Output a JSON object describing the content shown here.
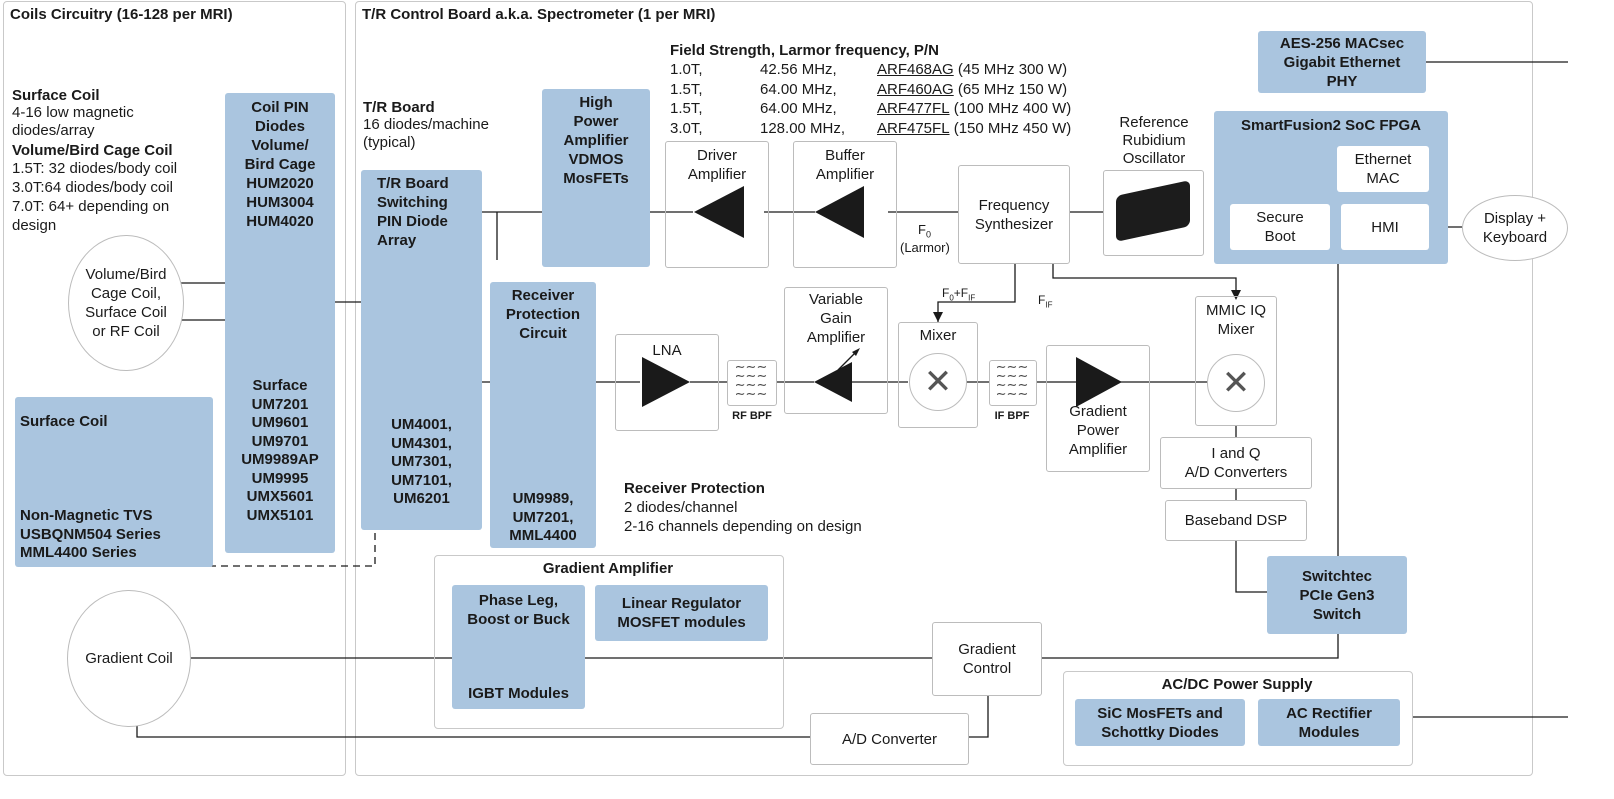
{
  "panels": {
    "coils_title": "Coils Circuitry (16-128 per MRI)",
    "tr_title": "T/R Control Board a.k.a. Spectrometer (1 per MRI)"
  },
  "coils": {
    "surface_coil_heading": "Surface Coil",
    "surface_coil_desc1": "4-16 low magnetic",
    "surface_coil_desc2": "diodes/array",
    "volume_heading": "Volume/Bird Cage Coil",
    "vol_line1": "1.5T: 32 diodes/body coil",
    "vol_line2": "3.0T:64 diodes/body coil",
    "vol_line3": "7.0T: 64+ depending on",
    "vol_line4": "design",
    "rf_coil_circle": [
      "Volume/Bird",
      "Cage Coil,",
      "Surface Coil",
      "or RF Coil"
    ],
    "pin_diodes_title": [
      "Coil PIN",
      "Diodes",
      "Volume/",
      "Bird Cage"
    ],
    "pin_diodes_parts": [
      "HUM2020",
      "HUM3004",
      "HUM4020"
    ],
    "surface_parts_title": "Surface",
    "surface_parts": [
      "UM7201",
      "UM9601",
      "UM9701",
      "UM9989AP",
      "UM9995",
      "UMX5601",
      "UMX5101"
    ],
    "surface_coil_box_title": "Surface Coil",
    "tvs_lines": [
      "Non-Magnetic TVS",
      "USBQNM504 Series",
      "MML4400 Series"
    ],
    "gradient_coil": "Gradient Coil"
  },
  "tr_board": {
    "title": "T/R Board",
    "line1": "16 diodes/machine",
    "line2": "(typical)",
    "switch_title": [
      "T/R Board",
      "Switching",
      "PIN Diode",
      "Array"
    ],
    "switch_parts": [
      "UM4001,",
      "UM4301,",
      "UM7301,",
      "UM7101,",
      "UM6201"
    ]
  },
  "receiver_protection": {
    "title": [
      "Receiver",
      "Protection",
      "Circuit"
    ],
    "parts": [
      "UM9989,",
      "UM7201,",
      "MML4400"
    ],
    "note_heading": "Receiver Protection",
    "note_line1": "2 diodes/channel",
    "note_line2": "2-16 channels depending on design"
  },
  "hpa": {
    "title": [
      "High",
      "Power",
      "Amplifier",
      "VDMOS",
      "MosFETs"
    ]
  },
  "field_table": {
    "heading": "Field Strength, Larmor frequency, P/N",
    "rows": [
      {
        "field": "1.0T,",
        "freq": "42.56 MHz,",
        "pn": "ARF468AG",
        "spec": " (45 MHz 300 W)"
      },
      {
        "field": "1.5T,",
        "freq": "64.00 MHz,",
        "pn": "ARF460AG",
        "spec": " (65 MHz 150 W)"
      },
      {
        "field": "1.5T,",
        "freq": "64.00 MHz,",
        "pn": "ARF477FL",
        "spec": " (100 MHz 400 W)"
      },
      {
        "field": "3.0T,",
        "freq": "128.00 MHz,",
        "pn": "ARF475FL",
        "spec": " (150 MHz 450 W)"
      }
    ]
  },
  "blocks": {
    "driver_amp": [
      "Driver",
      "Amplifier"
    ],
    "buffer_amp": [
      "Buffer",
      "Amplifier"
    ],
    "freq_synth": [
      "Frequency",
      "Synthesizer"
    ],
    "ref_osc": [
      "Reference",
      "Rubidium",
      "Oscillator"
    ],
    "f0_label": "F",
    "f0_sub": "0",
    "larmor_label": "(Larmor)",
    "f0fif_label_a": "F",
    "f0fif_sub_a": "0",
    "f0fif_plus": "+F",
    "f0fif_sub_b": "IF",
    "fif_label": "F",
    "fif_sub": "IF",
    "lna": "LNA",
    "rf_bpf": "RF BPF",
    "vga": [
      "Variable",
      "Gain",
      "Amplifier"
    ],
    "mixer": "Mixer",
    "if_bpf": "IF BPF",
    "gpa": [
      "Gradient",
      "Power",
      "Amplifier"
    ],
    "mmic": [
      "MMIC IQ",
      "Mixer"
    ],
    "iq_adc": [
      "I and Q",
      "A/D Converters"
    ],
    "baseband": "Baseband DSP",
    "switchtec": [
      "Switchtec",
      "PCIe Gen3",
      "Switch"
    ],
    "gradient_control": [
      "Gradient",
      "Control"
    ],
    "ad_converter": "A/D Converter"
  },
  "fpga": {
    "aes": [
      "AES-256 MACsec",
      "Gigabit Ethernet",
      "PHY"
    ],
    "title": "SmartFusion2 SoC FPGA",
    "eth_mac": [
      "Ethernet",
      "MAC"
    ],
    "secure_boot": [
      "Secure",
      "Boot"
    ],
    "hmi": "HMI",
    "display": [
      "Display +",
      "Keyboard"
    ]
  },
  "gradient_amp": {
    "title": "Gradient Amplifier",
    "phase_leg": [
      "Phase Leg,",
      "Boost or Buck"
    ],
    "igbt": "IGBT Modules",
    "linear_reg": [
      "Linear Regulator",
      "MOSFET modules"
    ]
  },
  "power_supply": {
    "title": "AC/DC Power Supply",
    "sic": [
      "SiC MosFETs and",
      "Schottky Diodes"
    ],
    "rectifier": [
      "AC Rectifier",
      "Modules"
    ]
  },
  "colors": {
    "accent_blue": "#aac5df",
    "border": "#bcbcbc",
    "line": "#1a1a1a"
  }
}
